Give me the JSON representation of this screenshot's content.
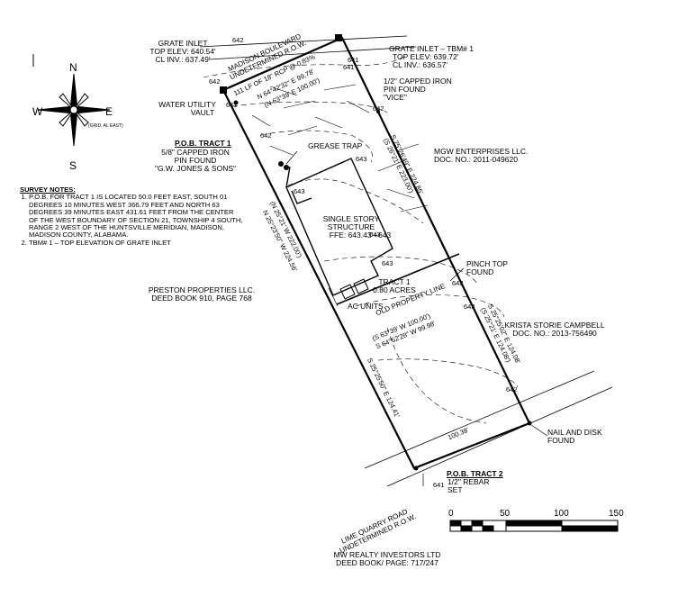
{
  "north_arrow": {
    "n": "N",
    "s": "S",
    "e": "E",
    "w": "W",
    "grid": "(GRID, AL EAST)"
  },
  "labels": {
    "grate_inlet_left": [
      "GRATE INLET",
      "TOP ELEV: 640.54'",
      "CL INV.: 637.49'"
    ],
    "grate_inlet_right": [
      "GRATE INLET – TBM# 1",
      "TOP ELEV: 639.72'",
      "CL INV.: 636.57'"
    ],
    "water_utility": [
      "WATER UTILITY",
      "VAULT"
    ],
    "pob_tract1": "P.O.B. TRACT 1",
    "capped_pin_left": [
      "5/8\" CAPPED IRON",
      "PIN FOUND",
      "\"G.W. JONES & SONS\""
    ],
    "capped_pin_right": [
      "1/2\" CAPPED IRON",
      "PIN FOUND",
      "\"VICE\""
    ],
    "grease_trap": "GREASE TRAP",
    "mgw": [
      "MGW ENTERPRISES LLC.",
      "DOC. NO.: 2011-049620"
    ],
    "structure": [
      "SINGLE STORY",
      "STRUCTURE",
      "FFE: 643.43'"
    ],
    "pinch_top": [
      "PINCH TOP",
      "FOUND"
    ],
    "tract1": [
      "TRACT 1",
      "0.80 ACRES"
    ],
    "ac_units": "AC UNITS",
    "preston": [
      "PRESTON PROPERTIES LLC.",
      "DEED BOOK 910, PAGE 768"
    ],
    "krista": [
      "KRISTA STORIE CAMPBELL",
      "DOC. NO.: 2013-756490"
    ],
    "nail_disk": [
      "NAIL AND DISK",
      "FOUND"
    ],
    "pob_tract2": "P.O.B. TRACT 2",
    "rebar": [
      "1/2\" REBAR",
      "SET"
    ],
    "mw": [
      "MW REALTY INVESTORS LTD",
      "DEED BOOK/ PAGE: 717/247"
    ],
    "madison": [
      "MADISON BOULEVARD",
      "UNDETERMINED R.O.W."
    ],
    "lime_quarry": [
      "LIME QUARRY ROAD",
      "UNDETERMINED R.O.W."
    ],
    "rcp": "111 LF OF 18\" RCP @ 0.83%",
    "old_line": "OLD PROPERTY LINE",
    "plus_643": "+643"
  },
  "bearings": {
    "north_top": "N 64°42'32\" E  99.78'",
    "north_top_rec": "(N 63°39' E  100.00')",
    "west_rec": "(N 25°21' W  222.00')",
    "west": "N 25°23'50\" W  224.56'",
    "east_top": "S 25°26'49\" E  224.85'",
    "east_top_rec": "(S 26°21' E  223.00')",
    "mid_rec": "(S 63°39' W  100.00')",
    "mid": "S 64°52'28\" W  99.98'",
    "east_bot": "S 25°25'02\" E  124.08'",
    "east_bot_rec": "(S 25°21' E  124.08')",
    "west_bot": "S 25°25'50\" E  124.41'",
    "south": "100.38'"
  },
  "contours": [
    "642",
    "642",
    "641",
    "641",
    "642",
    "643",
    "643",
    "642",
    "643",
    "643",
    "643",
    "643",
    "642",
    "641",
    "641"
  ],
  "survey_notes": {
    "heading": "SURVEY NOTES:",
    "items": [
      "P.O.B. FOR TRACT 1 IS LOCATED 50.0 FEET EAST, SOUTH 01 DEGREES 10 MINUTES WEST 366.79 FEET AND NORTH 63 DEGREES 39 MINUTES EAST 431.61 FEET FROM THE CENTER OF THE WEST BOUNDARY OF SECTION 21, TOWNSHIP 4 SOUTH, RANGE 2 WEST OF THE HUNTSVILLE MERIDIAN, MADISON, MADISON COUNTY, ALABAMA.",
      "TBM# 1 – TOP ELEVATION OF GRATE INLET"
    ]
  },
  "scale_bar": {
    "ticks": [
      "0",
      "50",
      "100",
      "150"
    ]
  }
}
